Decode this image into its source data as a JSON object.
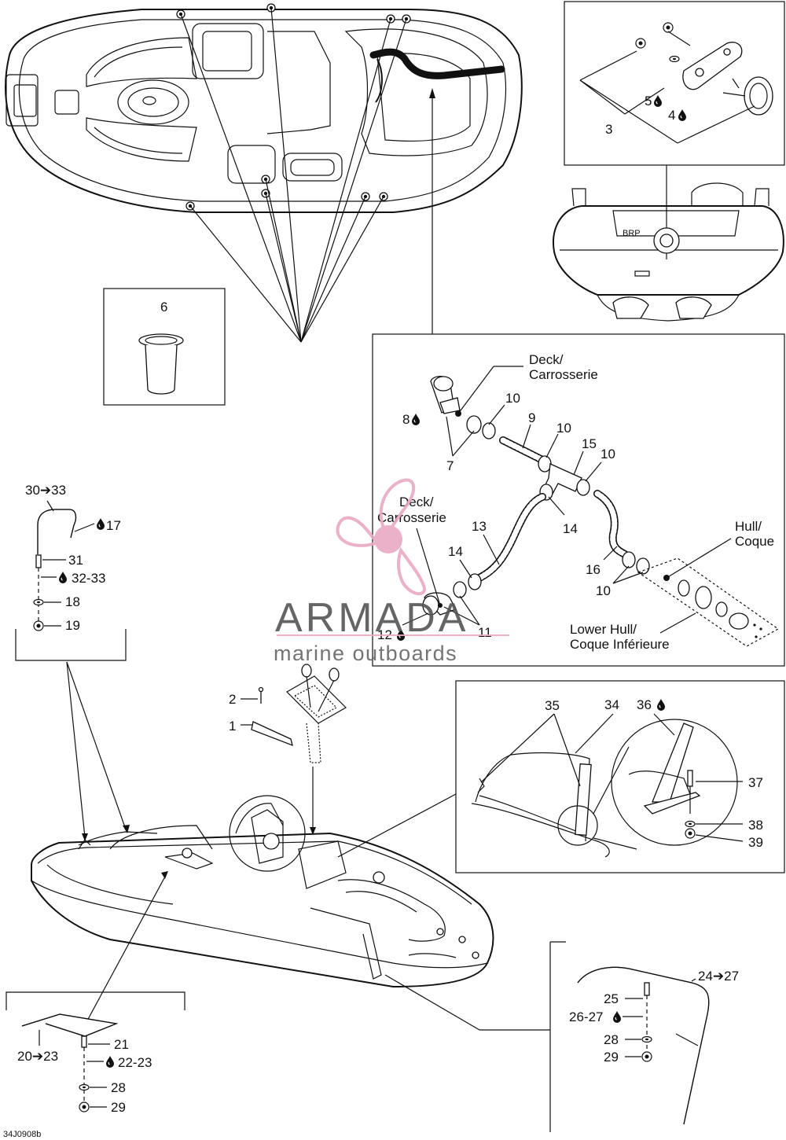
{
  "labels": {
    "l1": "1",
    "l2": "2",
    "l3": "3",
    "l4": "4",
    "l5": "5",
    "l6": "6",
    "l7": "7",
    "l8": "8",
    "l9": "9",
    "l10a": "10",
    "l10b": "10",
    "l10c": "10",
    "l10d": "10",
    "l11": "11",
    "l12": "12",
    "l13": "13",
    "l14a": "14",
    "l14b": "14",
    "l15": "15",
    "l16": "16",
    "l17": "17",
    "l18": "18",
    "l19": "19",
    "l20_23": "20➔23",
    "l21": "21",
    "l22_23": "22-23",
    "l24_27": "24➔27",
    "l25": "25",
    "l26_27": "26-27",
    "l28a": "28",
    "l28b": "28",
    "l29a": "29",
    "l29b": "29",
    "l30_33": "30➔33",
    "l31": "31",
    "l32_33": "32-33",
    "l34": "34",
    "l35": "35",
    "l36": "36",
    "l37": "37",
    "l38": "38",
    "l39": "39"
  },
  "callouts": {
    "deck_top_1": "Deck/",
    "deck_top_2": "Carrosserie",
    "deck_mid_1": "Deck/",
    "deck_mid_2": "Carrosserie",
    "hull_1": "Hull/",
    "hull_2": "Coque",
    "lower_hull_1": "Lower Hull/",
    "lower_hull_2": "Coque Inférieure"
  },
  "watermark": {
    "brand": "ARMADA",
    "tagline": "marine outboards",
    "accent_color": "#e8a9c4"
  },
  "boat_decal": "BRP",
  "diagram_code": "34J0908b",
  "icons": {
    "adhesive": "drop-icon",
    "range": "arrow-right-icon"
  }
}
